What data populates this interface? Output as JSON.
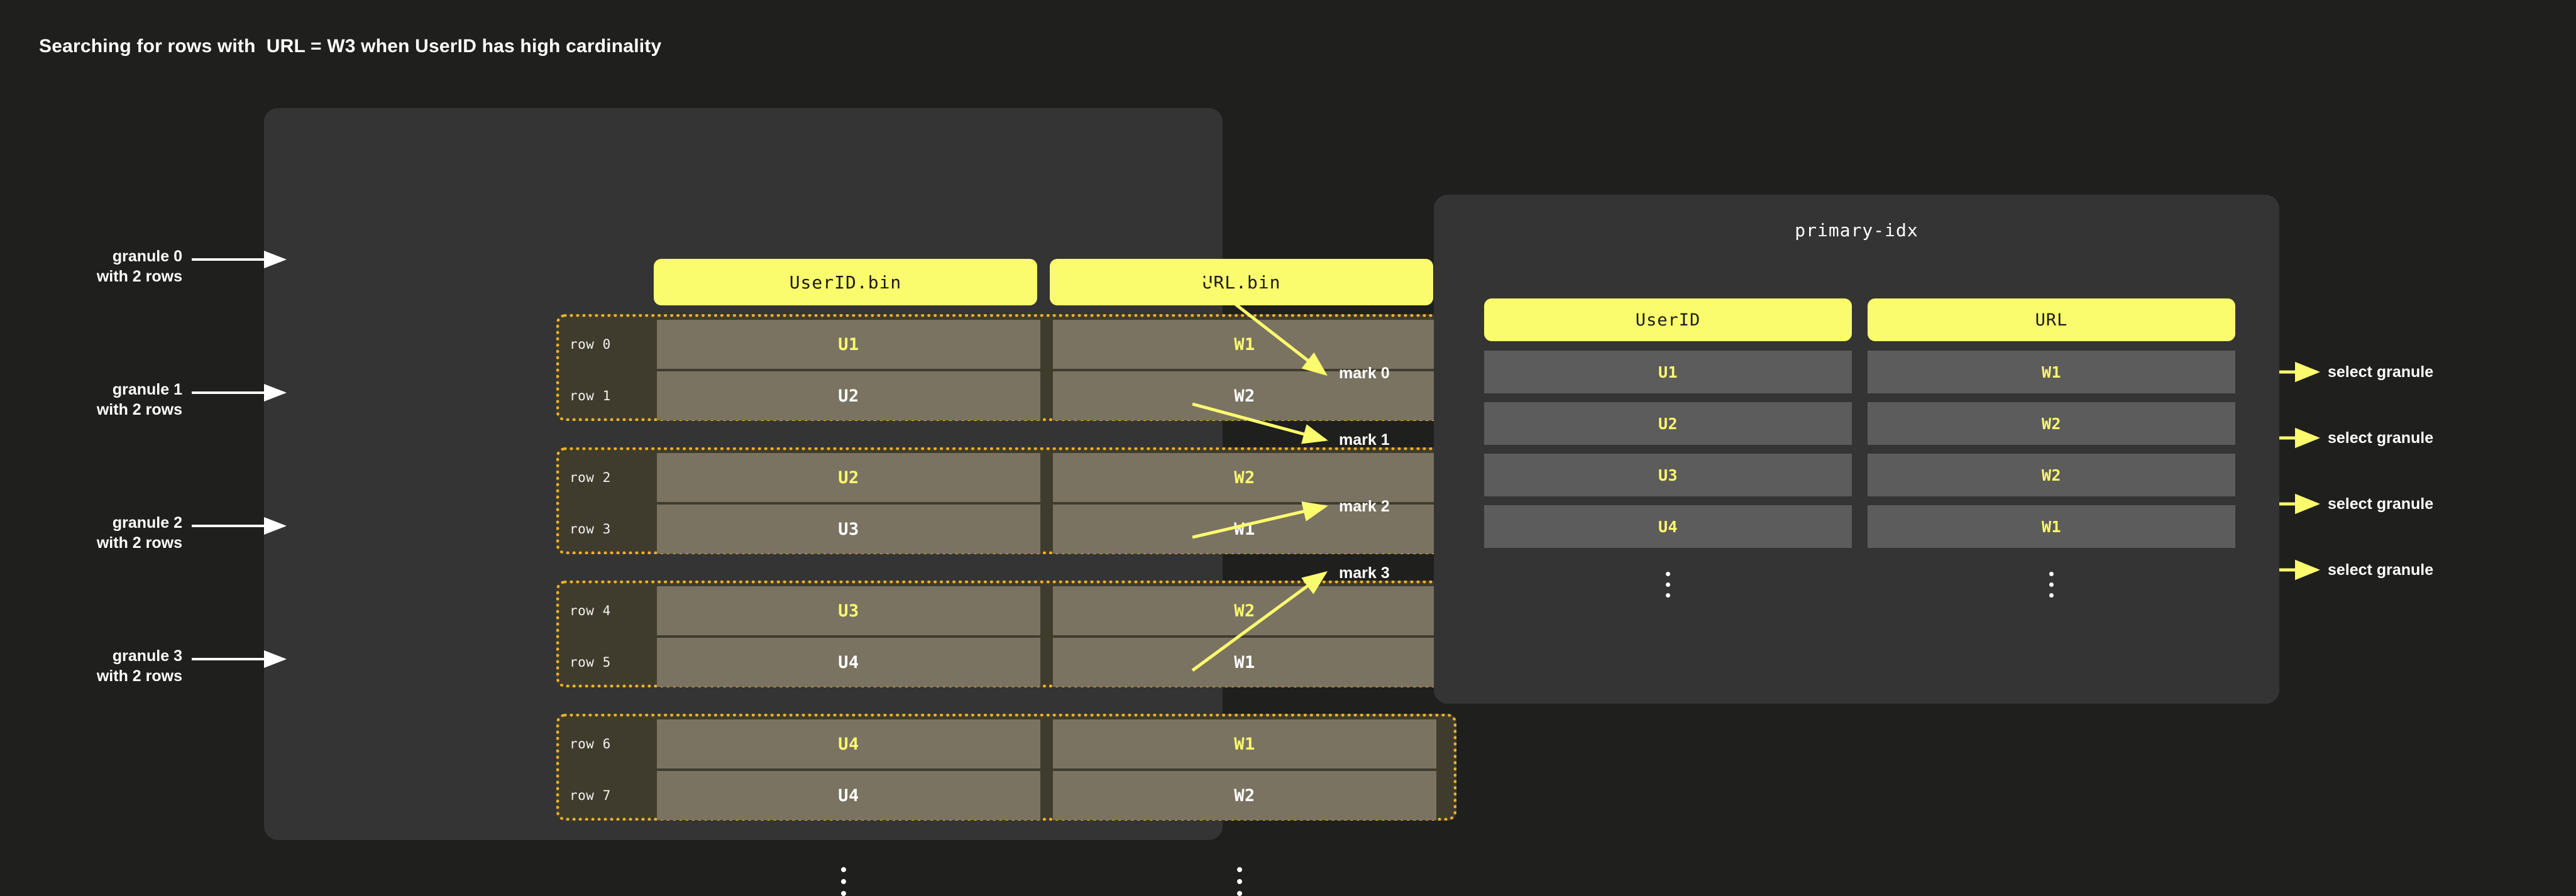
{
  "title": "Searching for rows with  URL = W3 when UserID has high cardinality",
  "colors": {
    "background": "#1f1f1d",
    "panel": "#343434",
    "accent_yellow": "#fbfb6e",
    "granule_border": "#f0b323",
    "granule_fill": "#403c2d",
    "data_cell": "#7a7362",
    "index_cell": "#5c5c5c",
    "text": "#ffffff"
  },
  "data_part": {
    "columns": [
      {
        "header": "UserID.bin",
        "ellipsis": "vertical-ellipsis"
      },
      {
        "header": "URL.bin",
        "ellipsis": "vertical-ellipsis"
      }
    ],
    "granules": [
      {
        "label": "granule 0\nwith 2 rows",
        "rows": [
          {
            "row_label": "row 0",
            "userid": "U1",
            "url": "W1",
            "highlighted": true
          },
          {
            "row_label": "row 1",
            "userid": "U2",
            "url": "W2",
            "highlighted": false
          }
        ]
      },
      {
        "label": "granule 1\nwith 2 rows",
        "rows": [
          {
            "row_label": "row 2",
            "userid": "U2",
            "url": "W2",
            "highlighted": true
          },
          {
            "row_label": "row 3",
            "userid": "U3",
            "url": "W1",
            "highlighted": false
          }
        ]
      },
      {
        "label": "granule 2\nwith 2 rows",
        "rows": [
          {
            "row_label": "row 4",
            "userid": "U3",
            "url": "W2",
            "highlighted": true
          },
          {
            "row_label": "row 5",
            "userid": "U4",
            "url": "W1",
            "highlighted": false
          }
        ]
      },
      {
        "label": "granule 3\nwith 2 rows",
        "rows": [
          {
            "row_label": "row 6",
            "userid": "U4",
            "url": "W1",
            "highlighted": true
          },
          {
            "row_label": "row 7",
            "userid": "U4",
            "url": "W2",
            "highlighted": false
          }
        ]
      }
    ]
  },
  "marks": [
    {
      "label": "mark 0"
    },
    {
      "label": "mark 1"
    },
    {
      "label": "mark 2"
    },
    {
      "label": "mark 3"
    }
  ],
  "primary_index": {
    "title": "primary-idx",
    "headers": [
      "UserID",
      "URL"
    ],
    "rows": [
      {
        "userid": "U1",
        "url": "W1"
      },
      {
        "userid": "U2",
        "url": "W2"
      },
      {
        "userid": "U3",
        "url": "W2"
      },
      {
        "userid": "U4",
        "url": "W1"
      }
    ],
    "ellipsis": "vertical-ellipsis"
  },
  "select_actions": [
    {
      "label": "select granule"
    },
    {
      "label": "select granule"
    },
    {
      "label": "select granule"
    },
    {
      "label": "select granule"
    }
  ]
}
